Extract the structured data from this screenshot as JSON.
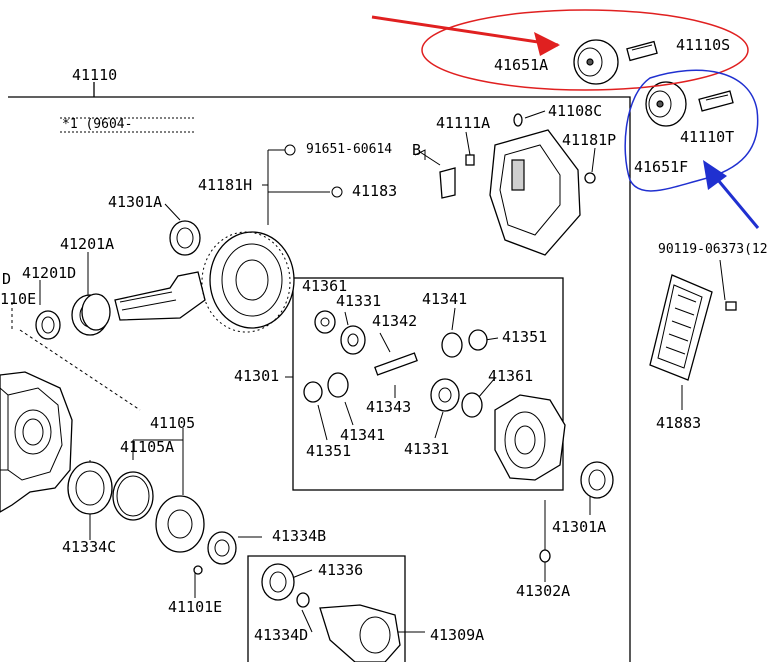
{
  "labels": {
    "l41110": "41110",
    "l41110S": "41110S",
    "l41651A": "41651A",
    "l41108C": "41108C",
    "l41111A": "41111A",
    "l41181P": "41181P",
    "l91651": "91651-60614",
    "lB": "B",
    "l41181H": "41181H",
    "l41183": "41183",
    "l41110T": "41110T",
    "l41651F": "41651F",
    "l90119": "90119-06373(12",
    "l41301A_top": "41301A",
    "l41201A": "41201A",
    "l41201D": "41201D",
    "lD": "D",
    "l110E": "110E",
    "l41361a": "41361",
    "l41331a": "41331",
    "l41341a": "41341",
    "l41342": "41342",
    "l41351a": "41351",
    "l41301": "41301",
    "l41361b": "41361",
    "l41343": "41343",
    "l41341b": "41341",
    "l41351b": "41351",
    "l41331b": "41331",
    "l41883": "41883",
    "l41105": "41105",
    "l41105A": "41105A",
    "l41334C": "41334C",
    "l41334B": "41334B",
    "l41336": "41336",
    "l41301A_bot": "41301A",
    "l41101E": "41101E",
    "l41334D": "41334D",
    "l41309A": "41309A",
    "l41302A": "41302A",
    "l9604": "*1 (9604-"
  },
  "annotations": {
    "red_color": "#e02020",
    "blue_color": "#2030d0"
  }
}
